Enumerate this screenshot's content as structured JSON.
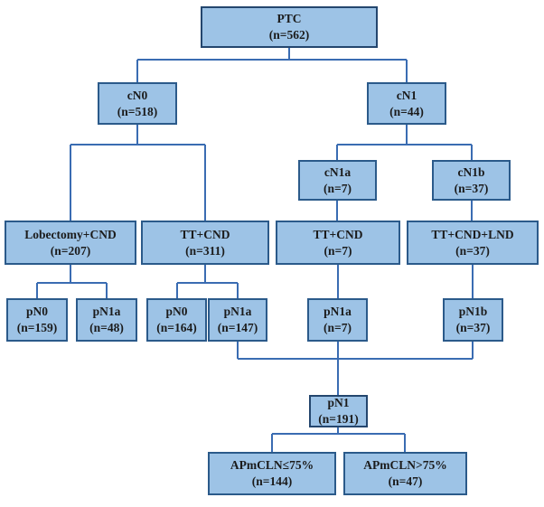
{
  "diagram": {
    "type": "flowchart",
    "description": "PTC patient cohort flow diagram",
    "nodes": {
      "ptc": {
        "label": "PTC",
        "count": "(n=562)"
      },
      "cn0": {
        "label": "cN0",
        "count": "(n=518)"
      },
      "cn1": {
        "label": "cN1",
        "count": "(n=44)"
      },
      "cn1a": {
        "label": "cN1a",
        "count": "(n=7)"
      },
      "cn1b": {
        "label": "cN1b",
        "count": "(n=37)"
      },
      "lobectomy_cnd": {
        "label": "Lobectomy+CND",
        "count": "(n=207)"
      },
      "tt_cnd_311": {
        "label": "TT+CND",
        "count": "(n=311)"
      },
      "tt_cnd_7": {
        "label": "TT+CND",
        "count": "(n=7)"
      },
      "tt_cnd_lnd": {
        "label": "TT+CND+LND",
        "count": "(n=37)"
      },
      "pn0_159": {
        "label": "pN0",
        "count": "(n=159)"
      },
      "pn1a_48": {
        "label": "pN1a",
        "count": "(n=48)"
      },
      "pn0_164": {
        "label": "pN0",
        "count": "(n=164)"
      },
      "pn1a_147": {
        "label": "pN1a",
        "count": "(n=147)"
      },
      "pn1a_7": {
        "label": "pN1a",
        "count": "(n=7)"
      },
      "pn1b_37": {
        "label": "pN1b",
        "count": "(n=37)"
      },
      "pn1": {
        "label": "pN1",
        "count": "(n=191)"
      },
      "apmcln_le75": {
        "label": "APmCLN≤75%",
        "count": "(n=144)"
      },
      "apmcln_gt75": {
        "label": "APmCLN>75%",
        "count": "(n=47)"
      }
    },
    "edges": [
      [
        "ptc",
        "cn0"
      ],
      [
        "ptc",
        "cn1"
      ],
      [
        "cn0",
        "lobectomy_cnd"
      ],
      [
        "cn0",
        "tt_cnd_311"
      ],
      [
        "cn1",
        "cn1a"
      ],
      [
        "cn1",
        "cn1b"
      ],
      [
        "cn1a",
        "tt_cnd_7"
      ],
      [
        "cn1b",
        "tt_cnd_lnd"
      ],
      [
        "lobectomy_cnd",
        "pn0_159"
      ],
      [
        "lobectomy_cnd",
        "pn1a_48"
      ],
      [
        "tt_cnd_311",
        "pn0_164"
      ],
      [
        "tt_cnd_311",
        "pn1a_147"
      ],
      [
        "tt_cnd_7",
        "pn1a_7"
      ],
      [
        "tt_cnd_lnd",
        "pn1b_37"
      ],
      [
        "pn1a_147",
        "pn1"
      ],
      [
        "pn1a_7",
        "pn1"
      ],
      [
        "pn1b_37",
        "pn1"
      ],
      [
        "pn1",
        "apmcln_le75"
      ],
      [
        "pn1",
        "apmcln_gt75"
      ]
    ]
  },
  "colors": {
    "bg": "#ffffff",
    "box-fill": "#9dc3e6",
    "box-border": "#2b5a8a",
    "line": "#3a6cb2"
  }
}
